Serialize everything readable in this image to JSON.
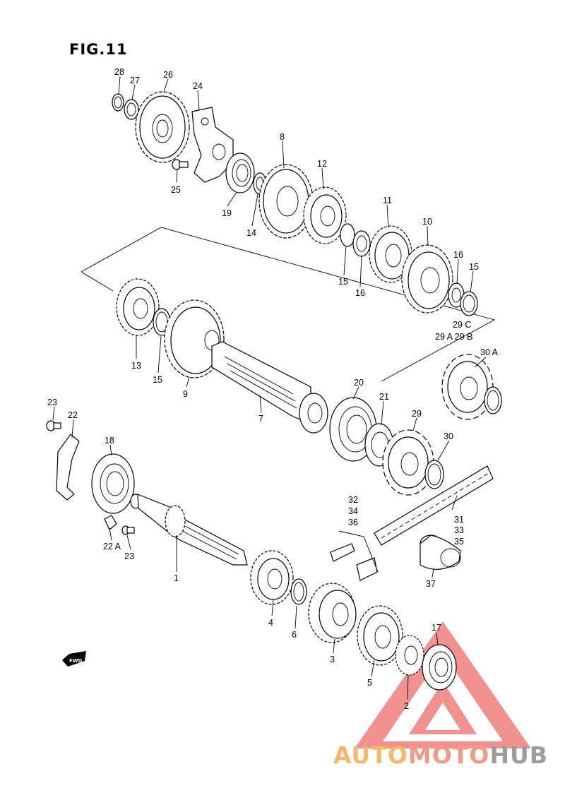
{
  "figure_title": "FIG.11",
  "fwd_label": "FWD",
  "watermark": {
    "part1": "AUTO",
    "part2": "MOTO",
    "part3": "HUB",
    "colors": {
      "auto": "#f3b86a",
      "moto": "#f39a86",
      "hub": "#9c9c9c",
      "triangle": "#e53935"
    }
  },
  "callouts": [
    {
      "id": "c28",
      "text": "28"
    },
    {
      "id": "c27",
      "text": "27"
    },
    {
      "id": "c26",
      "text": "26"
    },
    {
      "id": "c24",
      "text": "24"
    },
    {
      "id": "c25",
      "text": "25"
    },
    {
      "id": "c8",
      "text": "8"
    },
    {
      "id": "c19",
      "text": "19"
    },
    {
      "id": "c14",
      "text": "14"
    },
    {
      "id": "c12",
      "text": "12"
    },
    {
      "id": "c11",
      "text": "11"
    },
    {
      "id": "c10",
      "text": "10"
    },
    {
      "id": "c16a",
      "text": "16"
    },
    {
      "id": "c15a",
      "text": "15"
    },
    {
      "id": "c15b",
      "text": "15"
    },
    {
      "id": "c16b",
      "text": "16"
    },
    {
      "id": "c29c",
      "text": "29 C"
    },
    {
      "id": "c29ab",
      "text": "29 A  29 B"
    },
    {
      "id": "c30a",
      "text": "30  A"
    },
    {
      "id": "c13",
      "text": "13"
    },
    {
      "id": "c15c",
      "text": "15"
    },
    {
      "id": "c9",
      "text": "9"
    },
    {
      "id": "c7",
      "text": "7"
    },
    {
      "id": "c20",
      "text": "20"
    },
    {
      "id": "c21",
      "text": "21"
    },
    {
      "id": "c29",
      "text": "29"
    },
    {
      "id": "c30",
      "text": "30"
    },
    {
      "id": "c23a",
      "text": "23"
    },
    {
      "id": "c22",
      "text": "22"
    },
    {
      "id": "c18",
      "text": "18"
    },
    {
      "id": "c32",
      "text": "32"
    },
    {
      "id": "c34",
      "text": "34"
    },
    {
      "id": "c36",
      "text": "36"
    },
    {
      "id": "c31",
      "text": "31"
    },
    {
      "id": "c33",
      "text": "33"
    },
    {
      "id": "c35",
      "text": "35"
    },
    {
      "id": "c22a",
      "text": "22 A"
    },
    {
      "id": "c23b",
      "text": "23"
    },
    {
      "id": "c1",
      "text": "1"
    },
    {
      "id": "c37",
      "text": "37"
    },
    {
      "id": "c4",
      "text": "4"
    },
    {
      "id": "c6",
      "text": "6"
    },
    {
      "id": "c3",
      "text": "3"
    },
    {
      "id": "c17",
      "text": "17"
    },
    {
      "id": "c5",
      "text": "5"
    },
    {
      "id": "c2",
      "text": "2"
    }
  ]
}
